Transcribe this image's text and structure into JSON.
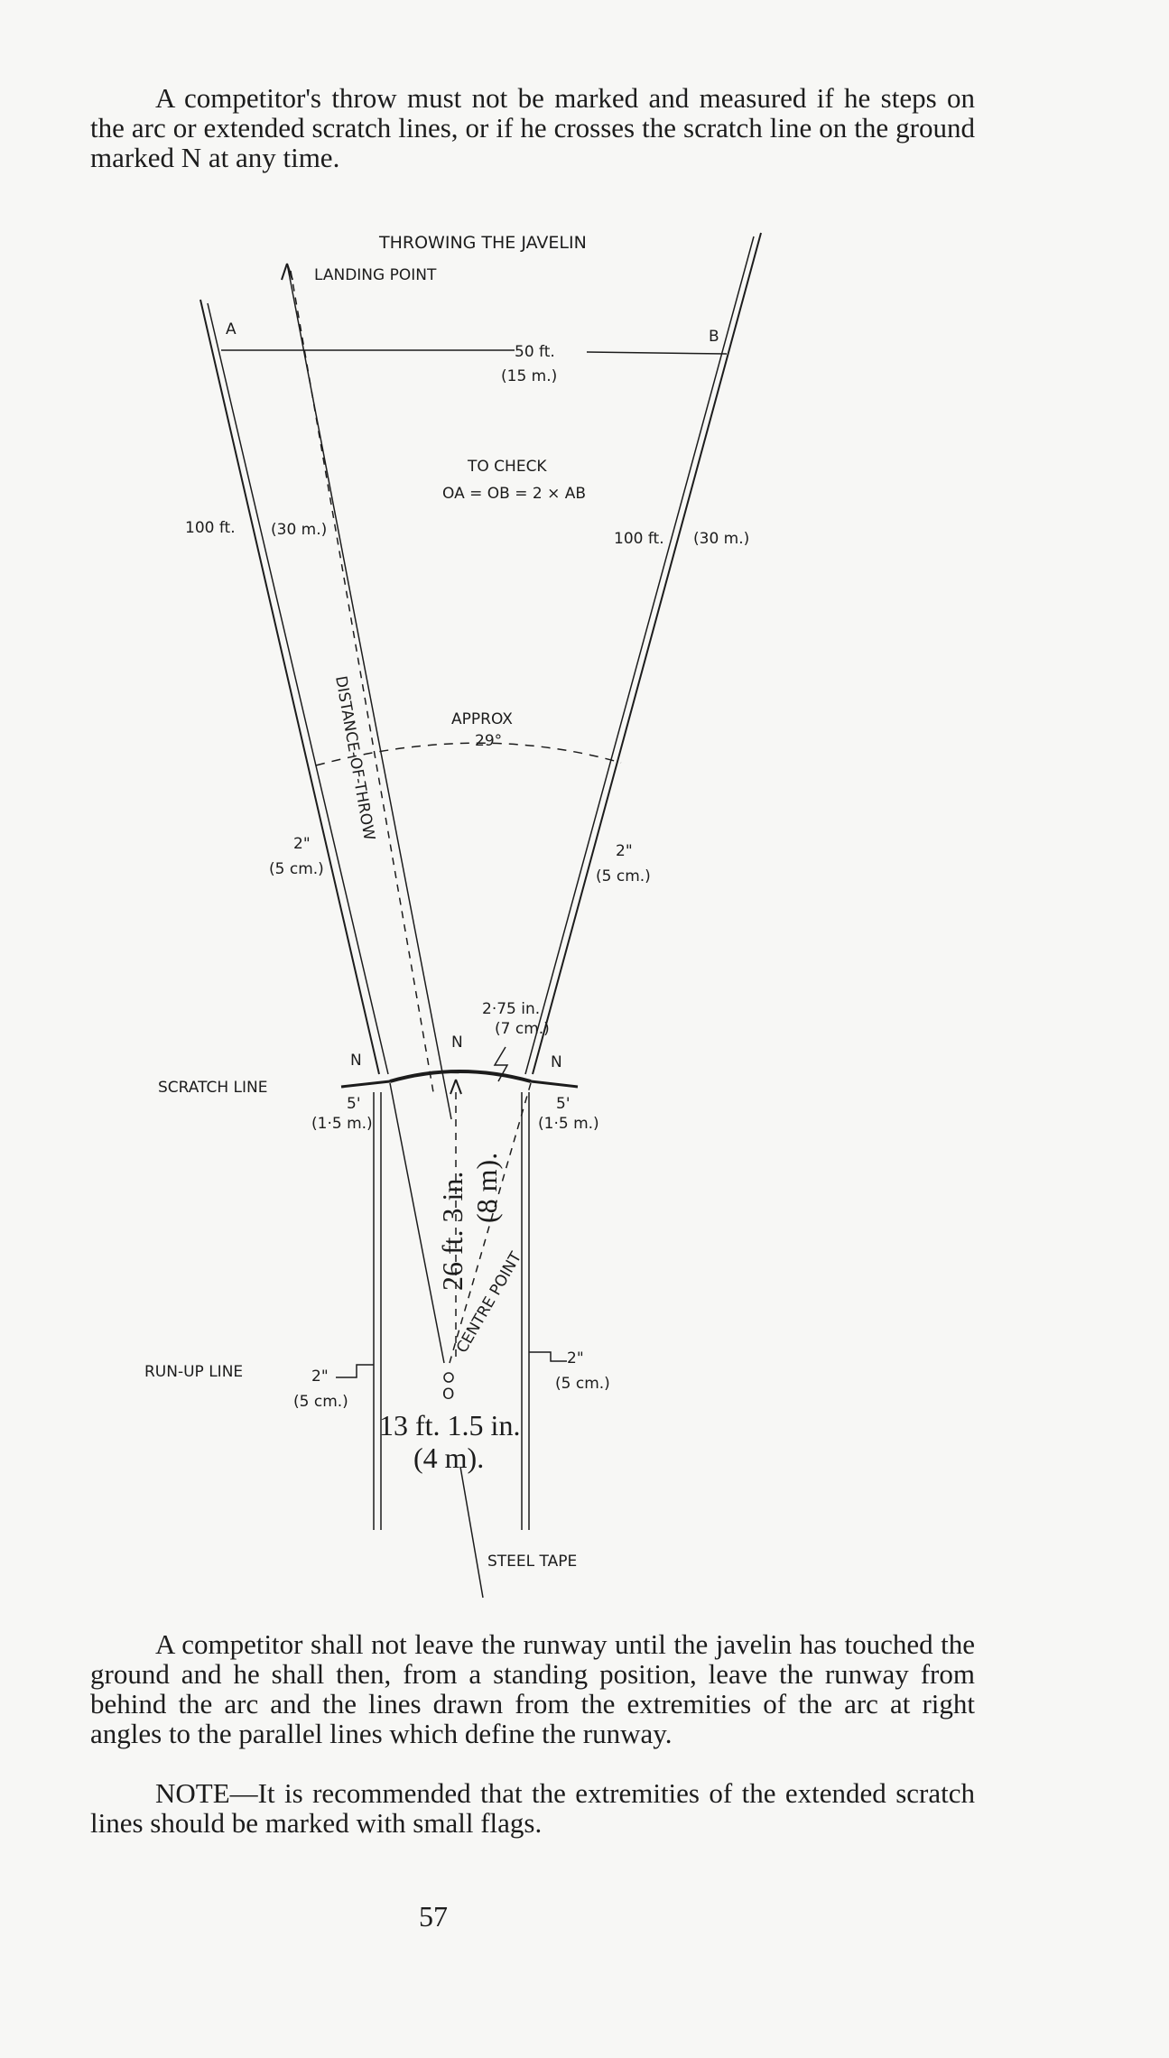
{
  "text": {
    "para_top": "A competitor's throw must not be marked and measured if he steps on the arc or extended scratch lines, or if he crosses the scratch line on the ground marked N at any time.",
    "para_bottom_1": "A competitor shall not leave the runway until the javelin has touched the ground and he shall then, from a standing position, leave the runway from behind the arc and the lines drawn from the extremities of the arc at right angles to the parallel lines which define the runway.",
    "para_bottom_2": "NOTE—It is recommended that the extremities of the extended scratch lines should be marked with small flags.",
    "page_number": "57"
  },
  "diagram": {
    "title": "THROWING THE JAVELIN",
    "landing_point": "LANDING POINT",
    "label_a": "A",
    "label_b": "B",
    "ab_ft": "50 ft.",
    "ab_m": "(15 m.)",
    "check_1": "TO CHECK",
    "check_2": "OA = OB = 2 × AB",
    "left_100ft": "100 ft.",
    "left_30m": "(30 m.)",
    "right_100ft": "100 ft.",
    "right_30m": "(30 m.)",
    "distance_of_throw": "DISTANCE-OF-THROW",
    "approx": "APPROX",
    "angle": "29°",
    "left_2in": "2\"",
    "left_5cm": "(5 cm.)",
    "right_2in": "2\"",
    "right_5cm": "(5 cm.)",
    "arc_width_in": "2·75 in.",
    "arc_width_cm": "(7 cm.)",
    "n_left": "N",
    "n_center": "N",
    "n_right": "N",
    "scratch_line": "SCRATCH LINE",
    "left_5ft": "5'",
    "left_1_5m": "(1·5 m.)",
    "right_5ft": "5'",
    "right_1_5m": "(1·5 m.)",
    "radius_ft": "26 ft. 3 in.",
    "radius_m": "(8 m).",
    "centre_point": "CENTRE POINT",
    "centre_o": "O",
    "run_up_line": "RUN-UP LINE",
    "runup_left_2in": "2\"",
    "runup_left_5cm": "(5 cm.)",
    "runup_right_2in": "2\"",
    "runup_right_5cm": "(5 cm.)",
    "runway_width_ft": "13 ft. 1.5 in.",
    "runway_width_m": "(4 m).",
    "steel_tape": "STEEL TAPE"
  }
}
